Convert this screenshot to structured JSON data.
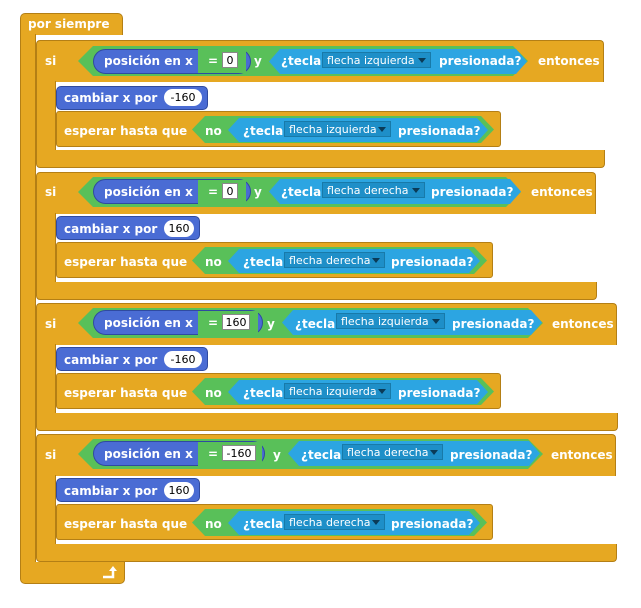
{
  "forever_label": "por siempre",
  "if_label": "si",
  "then_label": "entonces",
  "and_label": "y",
  "not_label": "no",
  "position_label": "posición en x",
  "equals_label": "=",
  "key_label": "¿tecla",
  "pressed_label": "presionada?",
  "change_label": "cambiar x por",
  "wait_label": "esperar hasta que",
  "blocks": [
    {
      "x_value": "0",
      "key": "flecha izquierda",
      "change": "-160",
      "wait_key": "flecha izquierda"
    },
    {
      "x_value": "0",
      "key": "flecha derecha",
      "change": "160",
      "wait_key": "flecha derecha"
    },
    {
      "x_value": "160",
      "key": "flecha izquierda",
      "change": "-160",
      "wait_key": "flecha izquierda"
    },
    {
      "x_value": "-160",
      "key": "flecha derecha",
      "change": "160",
      "wait_key": "flecha derecha"
    }
  ],
  "colors": {
    "control": "#e6a822",
    "operators": "#59c059",
    "sensing": "#2ca5e2",
    "motion": "#4a6cd4"
  },
  "icons": {
    "loop_arrow": "loop-arrow-icon",
    "dropdown": "dropdown-arrow-icon"
  }
}
